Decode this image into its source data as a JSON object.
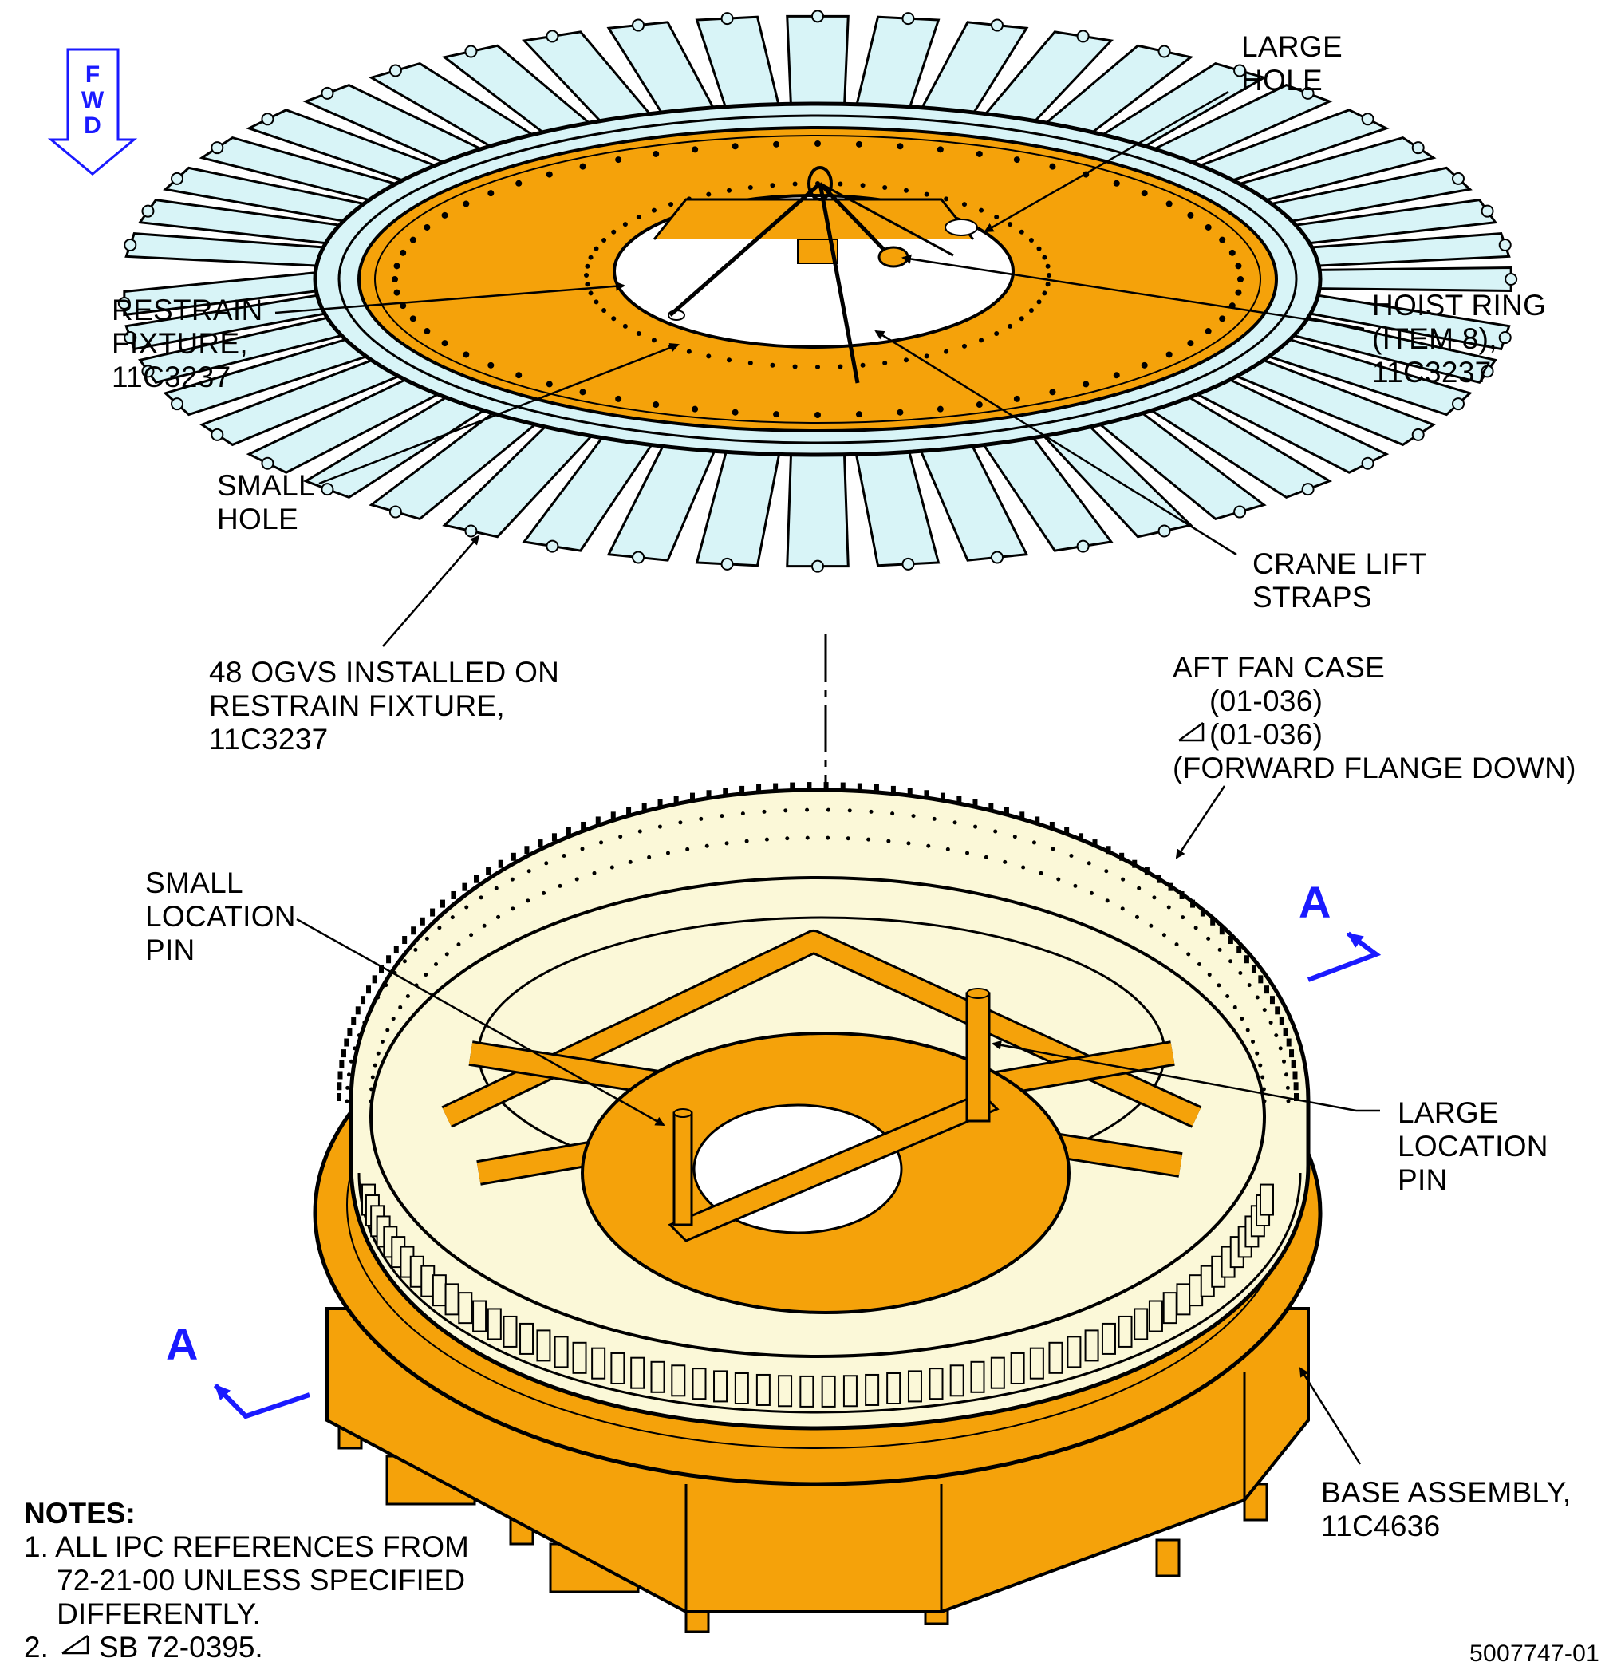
{
  "fwd": {
    "letters": [
      "F",
      "W",
      "D"
    ]
  },
  "labels": {
    "large_hole": "LARGE\nHOLE",
    "restrain_fixture": "RESTRAIN\nFIXTURE,\n11C3237",
    "hoist_ring": "HOIST RING\n(ITEM 8),\n11C3237",
    "small_hole": "SMALL\nHOLE",
    "crane_lift_straps": "CRANE LIFT\nSTRAPS",
    "ogvs": "48 OGVS INSTALLED ON\nRESTRAIN FIXTURE,\n11C3237",
    "aft_fan_case_line1": "AFT FAN CASE",
    "aft_fan_case_line2": "(01-036)",
    "aft_fan_case_line3": "(01-036)",
    "aft_fan_case_line4": "(FORWARD FLANGE DOWN)",
    "small_location_pin": "SMALL\nLOCATION\nPIN",
    "large_location_pin": "LARGE\nLOCATION\nPIN",
    "base_assembly": "BASE ASSEMBLY,\n11C4636"
  },
  "section_marker": "A",
  "notes": {
    "title": "NOTES:",
    "item1": "1. ALL IPC REFERENCES FROM\n    72-21-00 UNLESS SPECIFIED\n    DIFFERENTLY.",
    "item2_num": "2.",
    "item2_text": "SB 72-0395."
  },
  "figure_number": "5007747-01",
  "colors": {
    "fixture_orange": "#f5a20a",
    "vane_cyan": "#d8f4f7",
    "fan_case_cream": "#fbf8d8",
    "annotation_blue": "#1a1aff",
    "line_black": "#000000"
  }
}
